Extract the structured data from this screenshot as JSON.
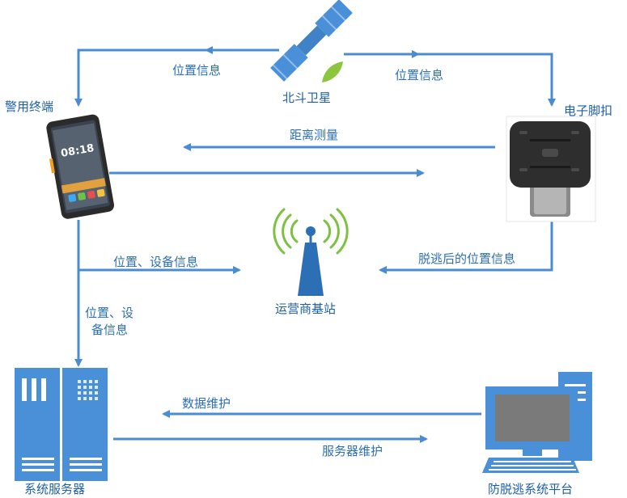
{
  "colors": {
    "arrow": "#4a8cd0",
    "label": "#2d6fb5",
    "device": "#4a90d9",
    "phone": "#2b2b2b",
    "leaf": "#8cc63f",
    "signal": "#7cc142"
  },
  "nodes": {
    "satellite": "北斗卫星",
    "phone": "警用终端",
    "anklet": "电子脚扣",
    "tower": "运营商基站",
    "server": "系统服务器",
    "platform": "防脱逃系统平台"
  },
  "phone_screen": {
    "time": "08:18"
  },
  "edges": {
    "sat_to_phone": "位置信息",
    "sat_to_anklet": "位置信息",
    "distance": "距离测量",
    "phone_to_tower": "位置、设备信息",
    "anklet_to_tower": "脱逃后的位置信息",
    "phone_to_server_line1": "位置、设",
    "phone_to_server_line2": "备信息",
    "data_maintenance": "数据维护",
    "server_maintenance": "服务器维护"
  },
  "icons": [
    "satellite-icon",
    "phone-icon",
    "anklet-icon",
    "tower-icon",
    "server-icon",
    "computer-icon"
  ]
}
